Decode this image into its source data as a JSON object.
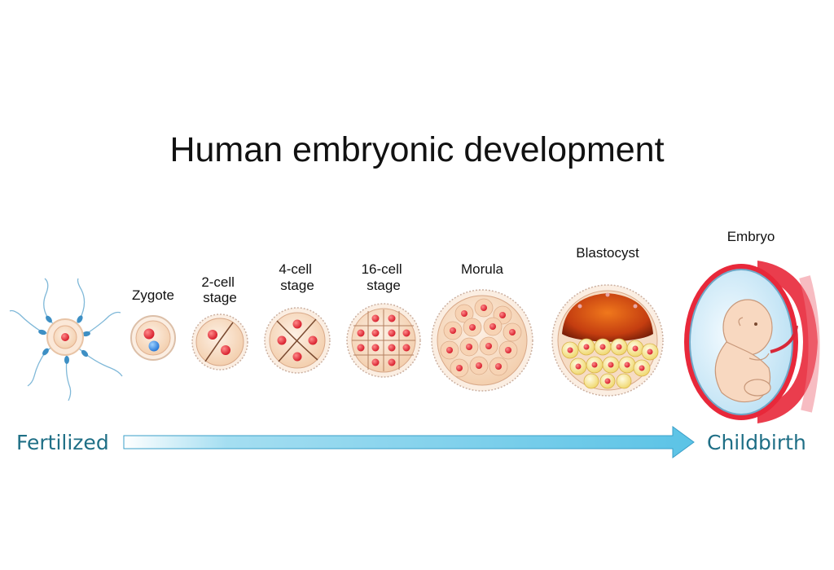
{
  "title": "Human embryonic development",
  "stages": [
    {
      "id": "zygote",
      "lines": [
        "Zygote"
      ]
    },
    {
      "id": "two-cell",
      "lines": [
        "2-cell",
        "stage"
      ]
    },
    {
      "id": "four-cell",
      "lines": [
        "4-cell",
        "stage"
      ]
    },
    {
      "id": "sixteen-cell",
      "lines": [
        "16-cell",
        "stage"
      ]
    },
    {
      "id": "morula",
      "lines": [
        "Morula"
      ]
    },
    {
      "id": "blastocyst",
      "lines": [
        "Blastocyst"
      ]
    },
    {
      "id": "embryo",
      "lines": [
        "Embryo"
      ]
    }
  ],
  "timeline": {
    "start_label": "Fertilized",
    "end_label": "Childbirth"
  },
  "colors": {
    "arrow": "#5bc3e6",
    "label_teal": "#1f6f86",
    "cell_fill": "#f8dcc4",
    "nucleus": "#e0303c",
    "uterus_red": "#e8283a"
  }
}
